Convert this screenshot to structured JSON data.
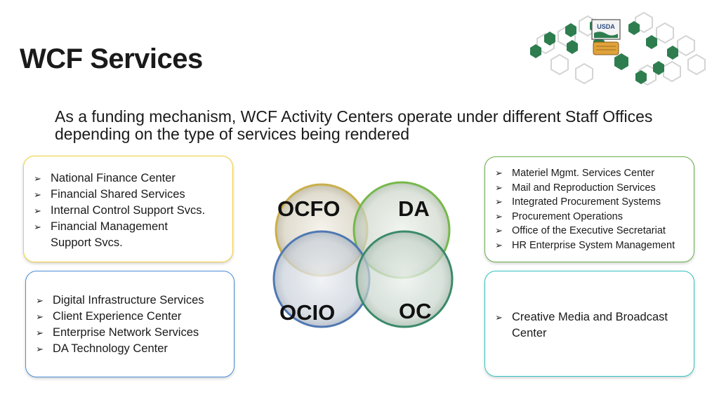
{
  "slide": {
    "title": "WCF Services",
    "subtitle": "As a funding mechanism, WCF Activity Centers operate under different Staff Offices depending on the type of services being rendered"
  },
  "logo": {
    "text": "USDA",
    "icon": "usda-hexagon-network-icon"
  },
  "venn": {
    "labels": [
      "OCFO",
      "DA",
      "OCIO",
      "OC"
    ],
    "colors": [
      "#c9b04a",
      "#76b84a",
      "#4f78b2",
      "#3b8a6a"
    ]
  },
  "cards": {
    "ocfo": {
      "border_color": "#f2cf3a",
      "items": [
        "National Finance Center",
        "Financial Shared Services",
        "Internal Control Support Svcs.",
        "Financial Management Support Svcs."
      ]
    },
    "ocio": {
      "border_color": "#4a8fd8",
      "items": [
        "Digital Infrastructure Services",
        "Client Experience Center",
        "Enterprise Network Services",
        "DA Technology Center"
      ]
    },
    "da": {
      "border_color": "#6ab04c",
      "items": [
        "Materiel Mgmt. Services Center",
        "Mail and Reproduction Services",
        "Integrated Procurement Systems",
        "Procurement Operations",
        "Office of the Executive Secretariat",
        "HR Enterprise System Management"
      ]
    },
    "oc": {
      "border_color": "#33c3c3",
      "items": [
        "Creative Media and Broadcast Center"
      ]
    }
  },
  "bullet_glyph": "➢"
}
